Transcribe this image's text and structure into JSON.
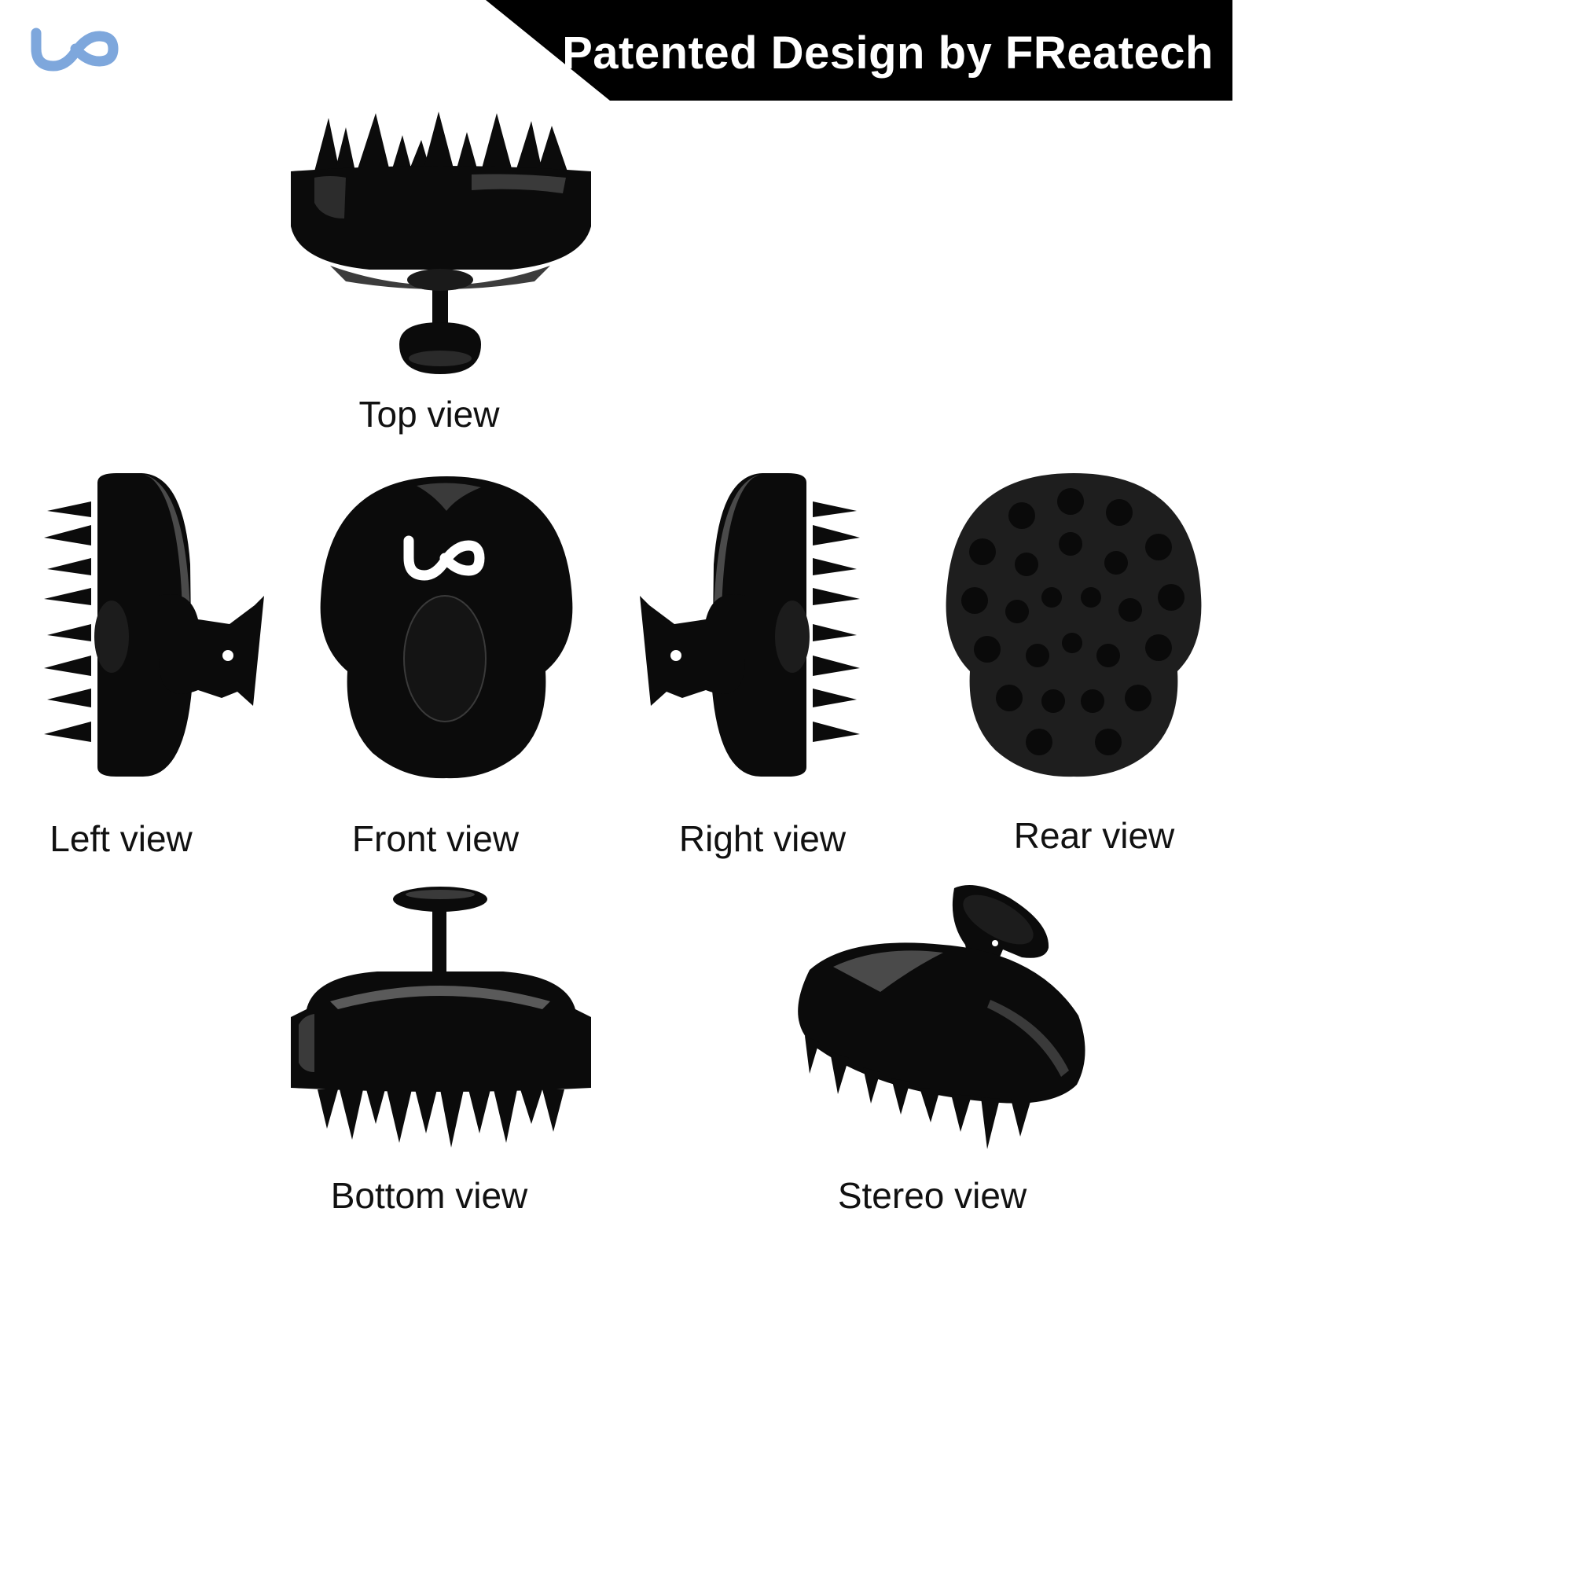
{
  "banner": {
    "title": "Patented Design by FReatech",
    "background": "#000000",
    "text_color": "#ffffff"
  },
  "logo": {
    "icon": "infinity-logo-icon",
    "color": "#7ea7dc"
  },
  "product": {
    "color": "#0b0b0b",
    "highlight": "#5a5a5a"
  },
  "views": {
    "top": "Top view",
    "left": "Left view",
    "front": "Front view",
    "right": "Right view",
    "rear": "Rear view",
    "bottom": "Bottom view",
    "stereo": "Stereo view"
  }
}
